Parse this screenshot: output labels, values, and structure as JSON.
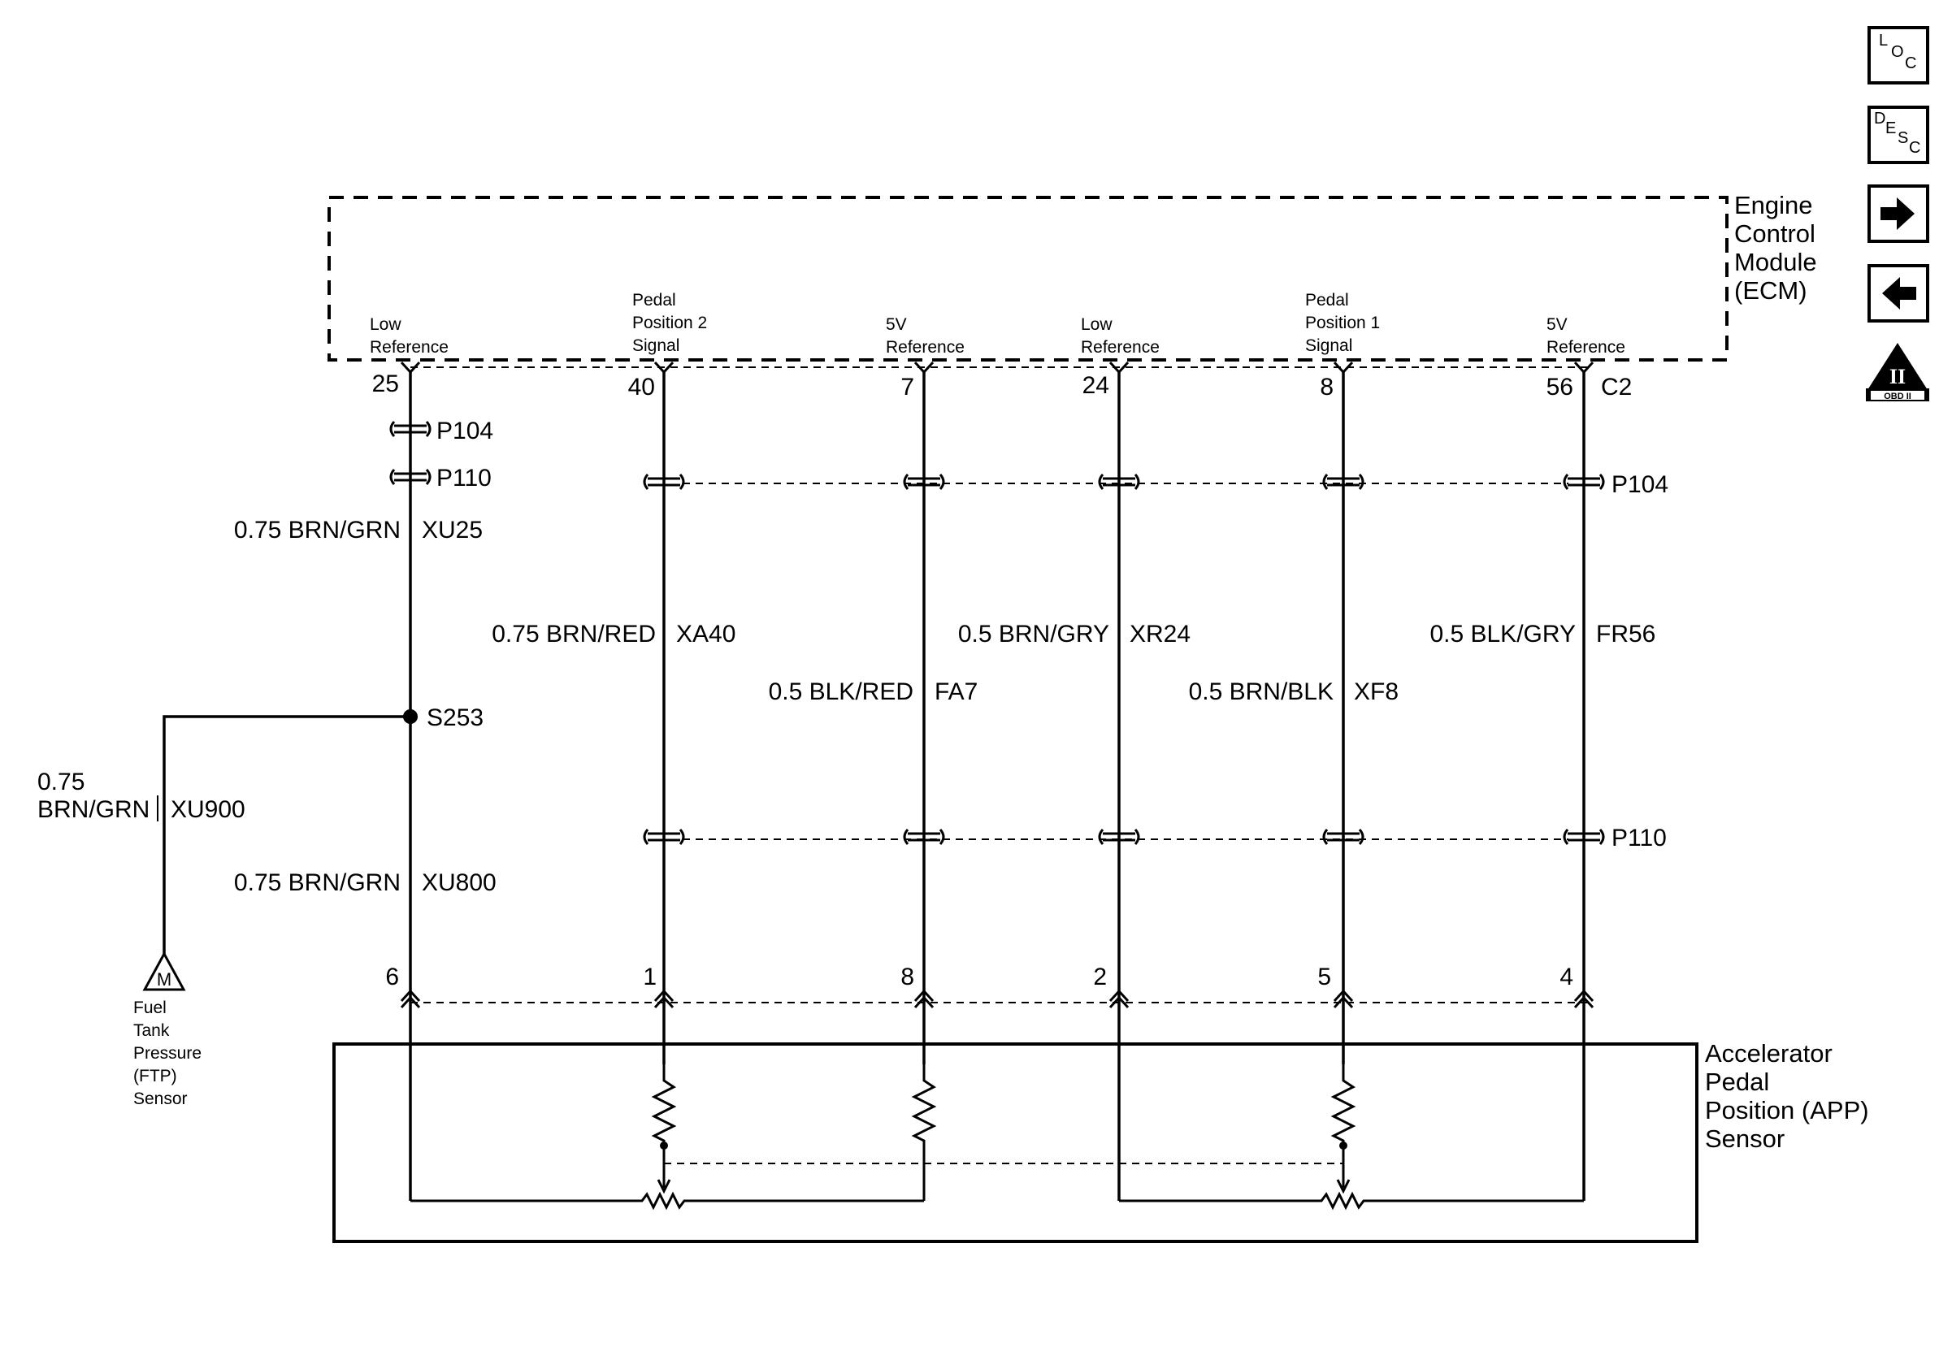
{
  "ecm": {
    "name_lines": [
      "Engine",
      "Control",
      "Module",
      "(ECM)"
    ],
    "connector": "C2",
    "terminals": [
      {
        "pin": "25",
        "label_lines": [
          "Low",
          "Reference"
        ]
      },
      {
        "pin": "40",
        "label_lines": [
          "Pedal",
          "Position 2",
          "Signal"
        ]
      },
      {
        "pin": "7",
        "label_lines": [
          "5V",
          "Reference"
        ]
      },
      {
        "pin": "24",
        "label_lines": [
          "Low",
          "Reference"
        ]
      },
      {
        "pin": "8",
        "label_lines": [
          "Pedal",
          "Position 1",
          "Signal"
        ]
      },
      {
        "pin": "56",
        "label_lines": [
          "5V",
          "Reference"
        ]
      }
    ]
  },
  "connectors": {
    "upper": "P104",
    "lower": "P110"
  },
  "circuits": [
    {
      "size_color": "0.75 BRN/GRN",
      "circuit": "XU25"
    },
    {
      "size_color": "0.75 BRN/RED",
      "circuit": "XA40"
    },
    {
      "size_color": "0.5 BLK/RED",
      "circuit": "FA7"
    },
    {
      "size_color": "0.5 BRN/GRY",
      "circuit": "XR24"
    },
    {
      "size_color": "0.5 BRN/BLK",
      "circuit": "XF8"
    },
    {
      "size_color": "0.5 BLK/GRY",
      "circuit": "FR56"
    }
  ],
  "lower_circuit": {
    "size_color": "0.75 BRN/GRN",
    "circuit": "XU800"
  },
  "splice": "S253",
  "branch_circuit": {
    "size_lines": [
      "0.75",
      "BRN/GRN"
    ],
    "circuit": "XU900"
  },
  "ftp_sensor": {
    "symbol": "M",
    "name_lines": [
      "Fuel",
      "Tank",
      "Pressure",
      "(FTP)",
      "Sensor"
    ]
  },
  "app_sensor": {
    "name_lines": [
      "Accelerator",
      "Pedal",
      "Position (APP)",
      "Sensor"
    ],
    "pins": [
      "6",
      "1",
      "8",
      "2",
      "5",
      "4"
    ]
  },
  "nav": {
    "loc": [
      "L",
      "O",
      "C"
    ],
    "desc": [
      "D",
      "E",
      "S",
      "C"
    ],
    "obd": {
      "numeral": "II",
      "label": "OBD II"
    }
  },
  "colors": {
    "line": "#000000",
    "background": "#ffffff"
  }
}
